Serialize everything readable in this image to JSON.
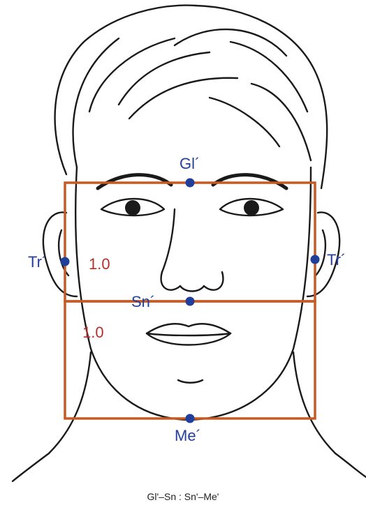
{
  "colors": {
    "line_art": "#1a1a1a",
    "frame": "#c65a25",
    "landmark": "#1f3f9a",
    "ratio_text": "#b1322c"
  },
  "landmarks": {
    "glabella": "Gl´",
    "subnasale": "Sn´",
    "menton": "Me´",
    "tragus_left": "Tr´",
    "tragus_right": "Tr´"
  },
  "ratios": {
    "upper": "1.0",
    "lower": "1.0"
  },
  "caption": "Gl'–Sn : Sn'–Me'"
}
